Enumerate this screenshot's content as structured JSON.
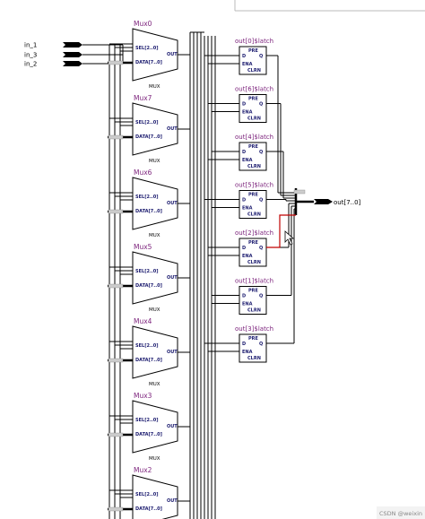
{
  "inputs": [
    "in_1",
    "in_3",
    "in_2"
  ],
  "output_port": "out[7..0]",
  "muxes": [
    {
      "name": "Mux0",
      "type": "MUX",
      "sel": "SEL[2..0]",
      "data": "DATA[7..0]",
      "out": "OUT"
    },
    {
      "name": "Mux7",
      "type": "MUX",
      "sel": "SEL[2..0]",
      "data": "DATA[7..0]",
      "out": "OUT"
    },
    {
      "name": "Mux6",
      "type": "MUX",
      "sel": "SEL[2..0]",
      "data": "DATA[7..0]",
      "out": "OUT"
    },
    {
      "name": "Mux5",
      "type": "MUX",
      "sel": "SEL[2..0]",
      "data": "DATA[7..0]",
      "out": "OUT"
    },
    {
      "name": "Mux4",
      "type": "MUX",
      "sel": "SEL[2..0]",
      "data": "DATA[7..0]",
      "out": "OUT"
    },
    {
      "name": "Mux3",
      "type": "MUX",
      "sel": "SEL[2..0]",
      "data": "DATA[7..0]",
      "out": "OUT"
    },
    {
      "name": "Mux2",
      "type": "MUX",
      "sel": "SEL[2..0]",
      "data": "DATA[7..0]",
      "out": "OUT"
    }
  ],
  "latches": [
    {
      "name": "out[0]$latch",
      "pre": "PRE",
      "d": "D",
      "q": "Q",
      "ena": "ENA",
      "clrn": "CLRN"
    },
    {
      "name": "out[6]$latch",
      "pre": "PRE",
      "d": "D",
      "q": "Q",
      "ena": "ENA",
      "clrn": "CLRN"
    },
    {
      "name": "out[4]$latch",
      "pre": "PRE",
      "d": "D",
      "q": "Q",
      "ena": "ENA",
      "clrn": "CLRN"
    },
    {
      "name": "out[5]$latch",
      "pre": "PRE",
      "d": "D",
      "q": "Q",
      "ena": "ENA",
      "clrn": "CLRN"
    },
    {
      "name": "out[2]$latch",
      "pre": "PRE",
      "d": "D",
      "q": "Q",
      "ena": "ENA",
      "clrn": "CLRN"
    },
    {
      "name": "out[1]$latch",
      "pre": "PRE",
      "d": "D",
      "q": "Q",
      "ena": "ENA",
      "clrn": "CLRN"
    },
    {
      "name": "out[3]$latch",
      "pre": "PRE",
      "d": "D",
      "q": "Q",
      "ena": "ENA",
      "clrn": "CLRN"
    }
  ],
  "watermark": "CSDN @weixin"
}
